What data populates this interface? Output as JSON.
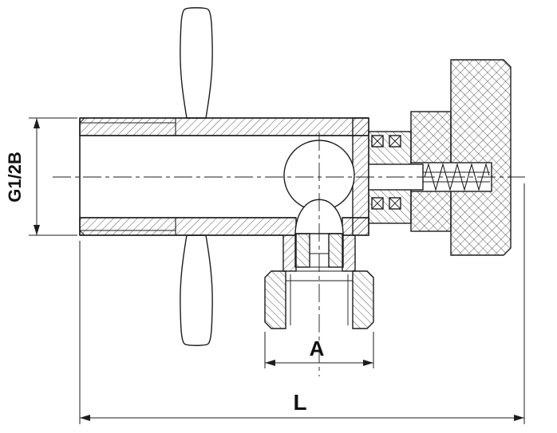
{
  "drawing": {
    "labels": {
      "inlet_thread": "G1/2B",
      "outlet_width": "A",
      "overall_length": "L"
    },
    "colors": {
      "line": "#1d1d1d",
      "background": "#ffffff"
    }
  }
}
